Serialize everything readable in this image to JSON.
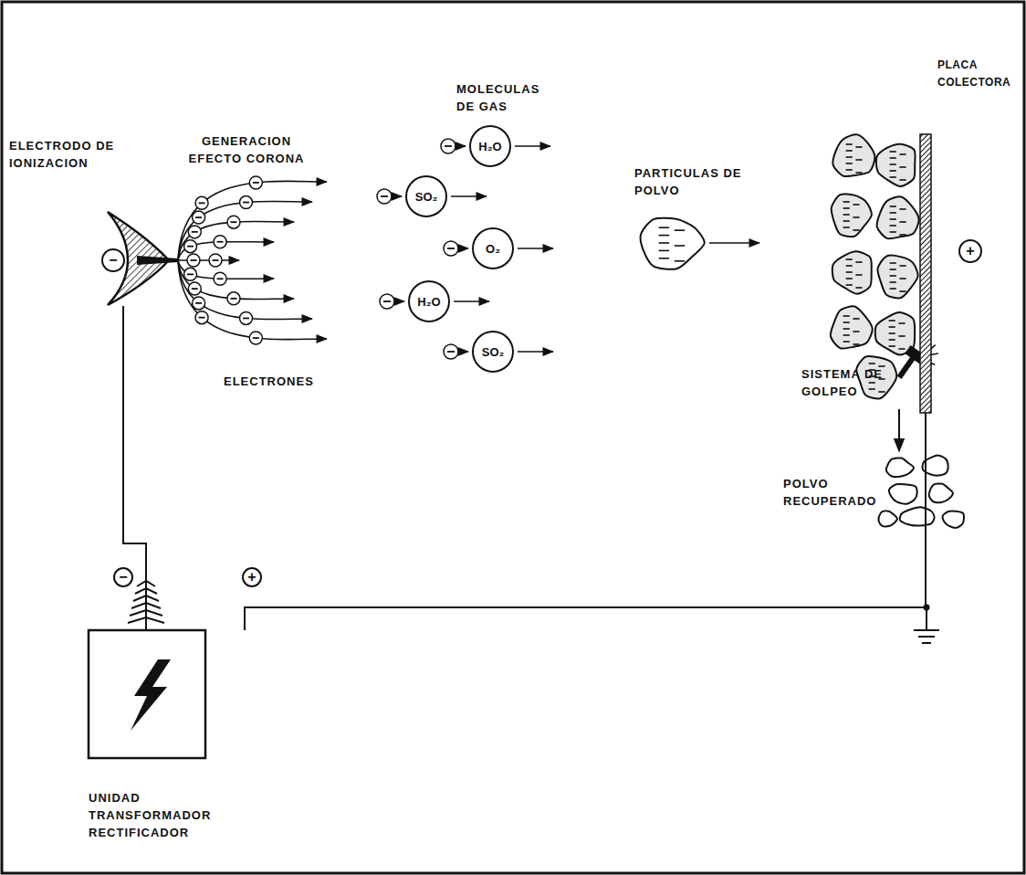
{
  "diagram": {
    "nodes": [
      {
        "text": [
          "ELECTRODO DE IONIZACION"
        ]
      },
      {
        "text": [
          "H₂O"
        ]
      },
      {
        "text": [
          "SO₂"
        ]
      },
      {
        "text": [
          "O₂"
        ]
      },
      {
        "text": [
          "H₂O"
        ]
      },
      {
        "text": [
          "SO₂"
        ]
      },
      {
        "text": [
          "PLACA COLECTORA"
        ]
      },
      {
        "text": [
          "UNIDAD TRANSFORMADOR RECTIFICADOR"
        ]
      }
    ],
    "edges": [
      {
        "from": 7,
        "to": 0,
        "arrow": "none"
      },
      {
        "from": 7,
        "to": 6,
        "arrow": "none"
      }
    ],
    "labels": [
      "GENERACION EFECTO CORONA",
      "ELECTRONES",
      "MOLECULAS DE GAS",
      "PARTICULAS DE POLVO",
      "SISTEMA DE GOLPEO",
      "POLVO RECUPERADO",
      "−",
      "+",
      "−",
      "+"
    ]
  }
}
